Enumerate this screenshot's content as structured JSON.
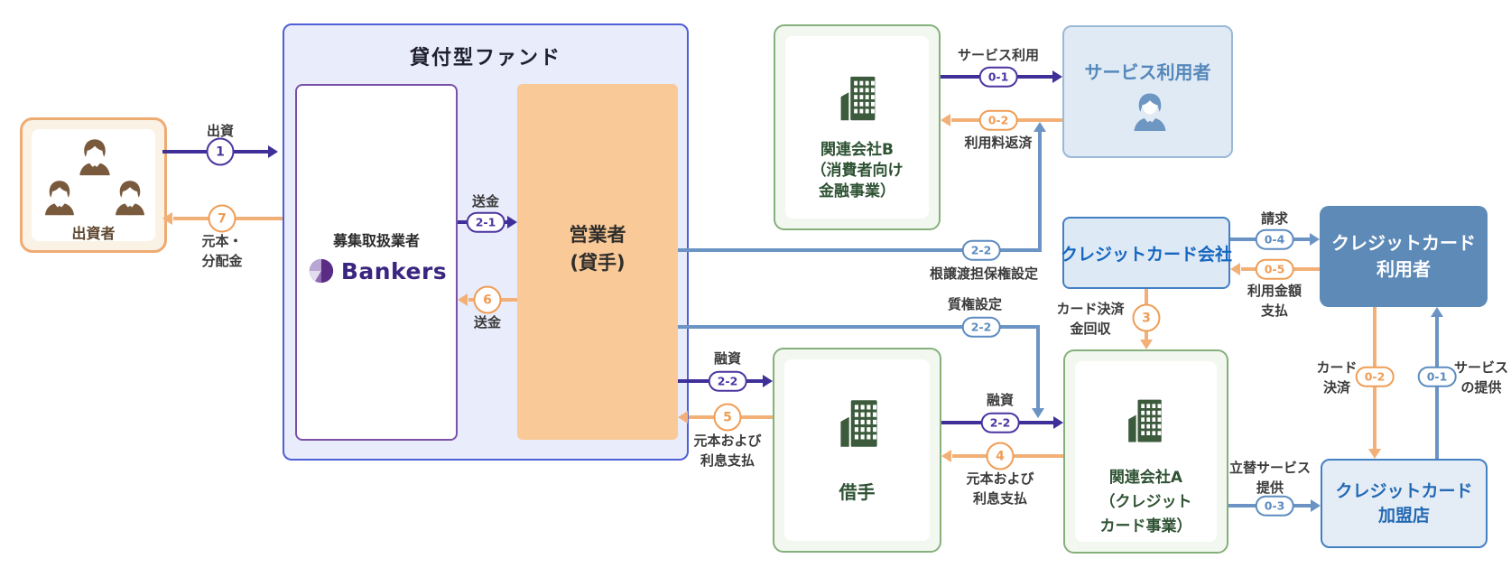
{
  "palette": {
    "purple_arrow": "#3f2f99",
    "orange_arrow": "#f2b077",
    "blue_arrow": "#6b94c4",
    "fund_fill": "#e9ecfb",
    "fund_border": "#4f5fd5",
    "operator_fill": "#f9c997",
    "green_border": "#85b07c",
    "green_text": "#2e5233",
    "light_blue_fill": "#e0eaf4",
    "card_user_fill": "#5e8ab7",
    "card_text_blue": "#1566c0",
    "brand_purple": "#5b2c86",
    "investor_brown": "#7a5a3d"
  },
  "boxes": {
    "investors": {
      "label": "出資者"
    },
    "fund": {
      "title": "貸付型ファンド"
    },
    "agent": {
      "label": "募集取扱業者",
      "brand": "Bankers"
    },
    "operator": {
      "lines": [
        "営業者",
        "(貸手)"
      ]
    },
    "kanren_b": {
      "lines": [
        "関連会社B",
        "（消費者向け",
        "金融事業）"
      ]
    },
    "service_user": {
      "label": "サービス利用者"
    },
    "card_company": {
      "label": "クレジットカード会社"
    },
    "card_user": {
      "lines": [
        "クレジットカード",
        "利用者"
      ]
    },
    "borrower": {
      "label": "借手"
    },
    "kanren_a": {
      "lines": [
        "関連会社A",
        "（クレジット",
        "カード事業）"
      ]
    },
    "merchant": {
      "lines": [
        "クレジットカード",
        "加盟店"
      ]
    }
  },
  "flows": {
    "invest": {
      "label": "出資",
      "badge": "1"
    },
    "principal_dividend": {
      "badge": "7",
      "lines": [
        "元本・",
        "分配金"
      ]
    },
    "remit_to_operator": {
      "label": "送金",
      "badge": "2-1"
    },
    "remit_to_agent": {
      "badge": "6",
      "label": "送金"
    },
    "service_use": {
      "label": "サービス利用",
      "badge": "0-1"
    },
    "fee_repayment": {
      "badge": "0-2",
      "label": "利用料返済"
    },
    "root_assignment_collateral": {
      "badge": "2-2",
      "label": "根譲渡担保権設定"
    },
    "pledge": {
      "label": "質権設定",
      "badge": "2-2"
    },
    "loan_to_borrower": {
      "label": "融資",
      "badge": "2-2"
    },
    "repay_to_operator": {
      "badge": "5",
      "lines": [
        "元本および",
        "利息支払"
      ]
    },
    "loan_to_kanren_a": {
      "label": "融資",
      "badge": "2-2"
    },
    "repay_to_borrower": {
      "badge": "4",
      "lines": [
        "元本および",
        "利息支払"
      ]
    },
    "card_settlement_collection": {
      "badge": "3",
      "lines": [
        "カード決済",
        "金回収"
      ]
    },
    "billing": {
      "label": "請求",
      "badge": "0-4"
    },
    "usage_payment": {
      "badge": "0-5",
      "lines": [
        "利用金額",
        "支払"
      ]
    },
    "card_settlement": {
      "badge": "0-2",
      "lines": [
        "カード",
        "決済"
      ]
    },
    "service_provision": {
      "badge": "0-1",
      "lines": [
        "サービス",
        "の提供"
      ]
    },
    "advance_service": {
      "lines": [
        "立替サービス",
        "提供"
      ],
      "badge": "0-3"
    }
  }
}
